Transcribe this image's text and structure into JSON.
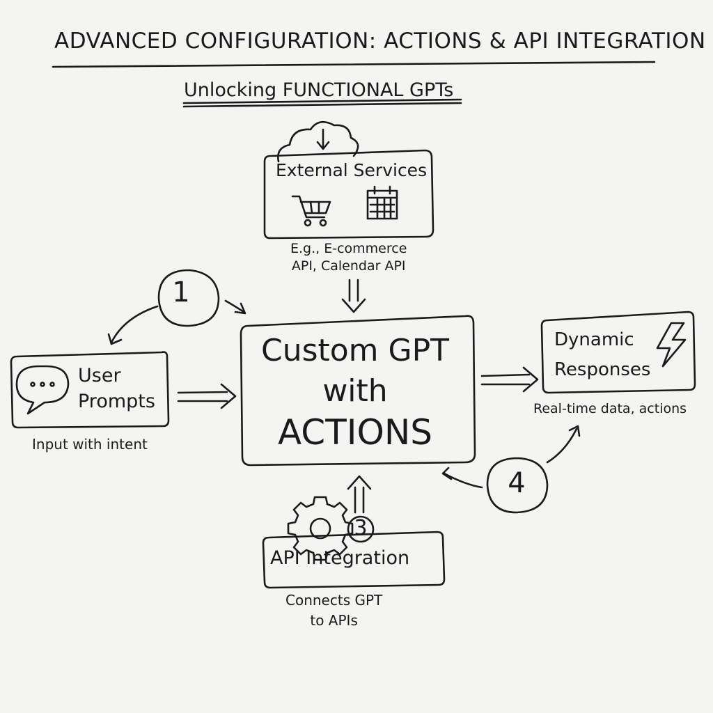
{
  "title": "ADVANCED CONFIGURATION: ACTIONS & API INTEGRATION",
  "subtitle": "Unlocking FUNCTIONAL GPTs",
  "external_services": {
    "title": "External Services",
    "caption_line1": "E.g., E-commerce",
    "caption_line2": "API, Calendar API",
    "icons": [
      "cloud-download-icon",
      "shopping-cart-icon",
      "calendar-icon"
    ]
  },
  "center": {
    "line1": "Custom GPT",
    "line2": "with",
    "line3": "ACTIONS"
  },
  "user_prompts": {
    "line1": "User",
    "line2": "Prompts",
    "caption": "Input with intent",
    "icon": "speech-bubble-icon"
  },
  "dynamic_responses": {
    "line1": "Dynamic",
    "line2": "Responses",
    "caption": "Real-time data, actions",
    "icon": "lightning-icon"
  },
  "api_integration": {
    "label": "API Integration",
    "caption_line1": "Connects GPT",
    "caption_line2": "to APIs",
    "icon": "gear-icon"
  },
  "steps": {
    "one": "1",
    "three": "3",
    "four": "4"
  },
  "colors": {
    "background": "#f4f4f2",
    "ink": "#1a1a1a"
  }
}
